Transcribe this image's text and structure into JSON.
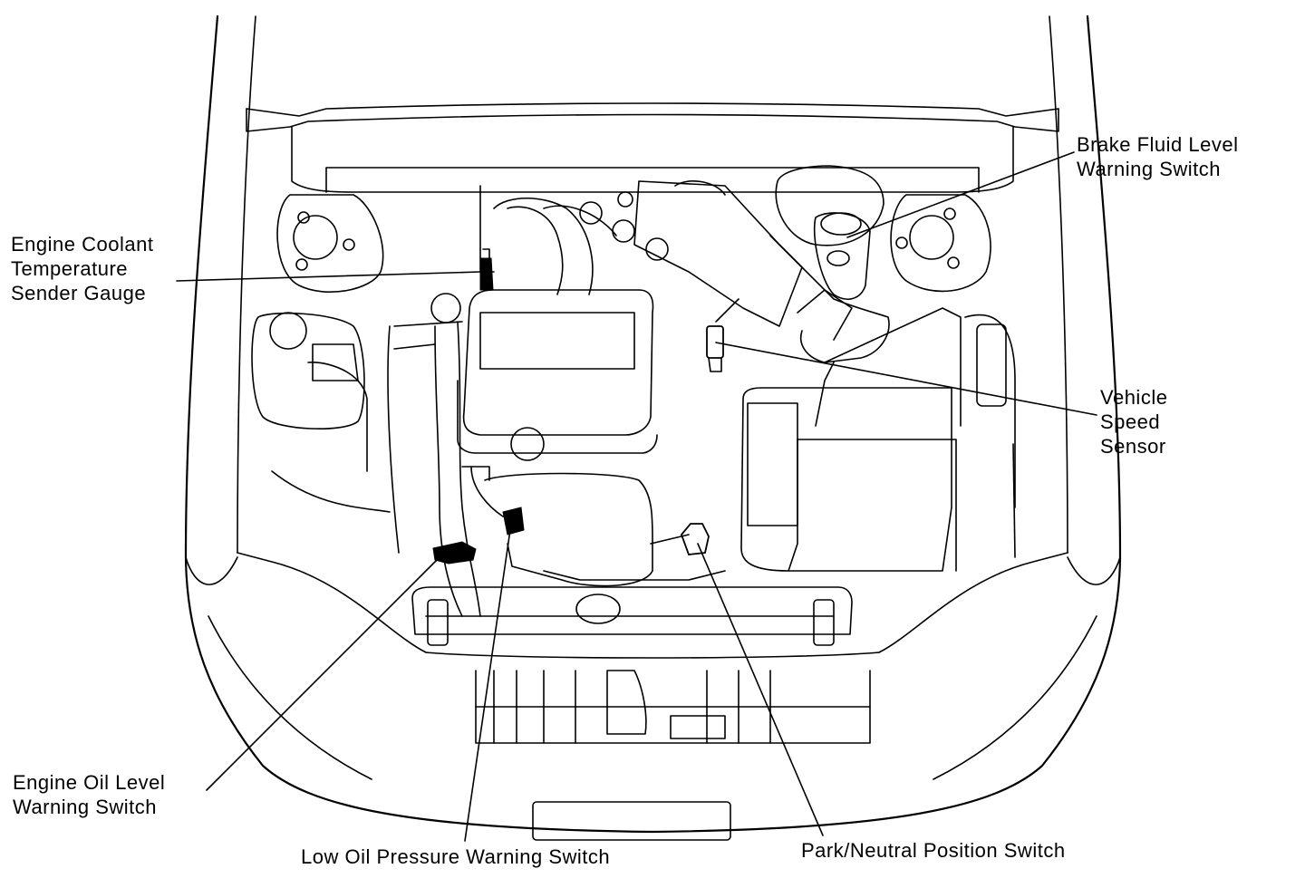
{
  "labels": {
    "brake_fluid": [
      "Brake Fluid Level",
      "Warning Switch"
    ],
    "coolant_sender": [
      "Engine Coolant",
      "Temperature",
      "Sender Gauge"
    ],
    "vehicle_speed": [
      "Vehicle",
      "Speed",
      "Sensor"
    ],
    "oil_level": [
      "Engine Oil Level",
      "Warning Switch"
    ],
    "low_oil_pressure": [
      "Low Oil Pressure Warning Switch"
    ],
    "park_neutral": [
      "Park/Neutral Position Switch"
    ]
  }
}
